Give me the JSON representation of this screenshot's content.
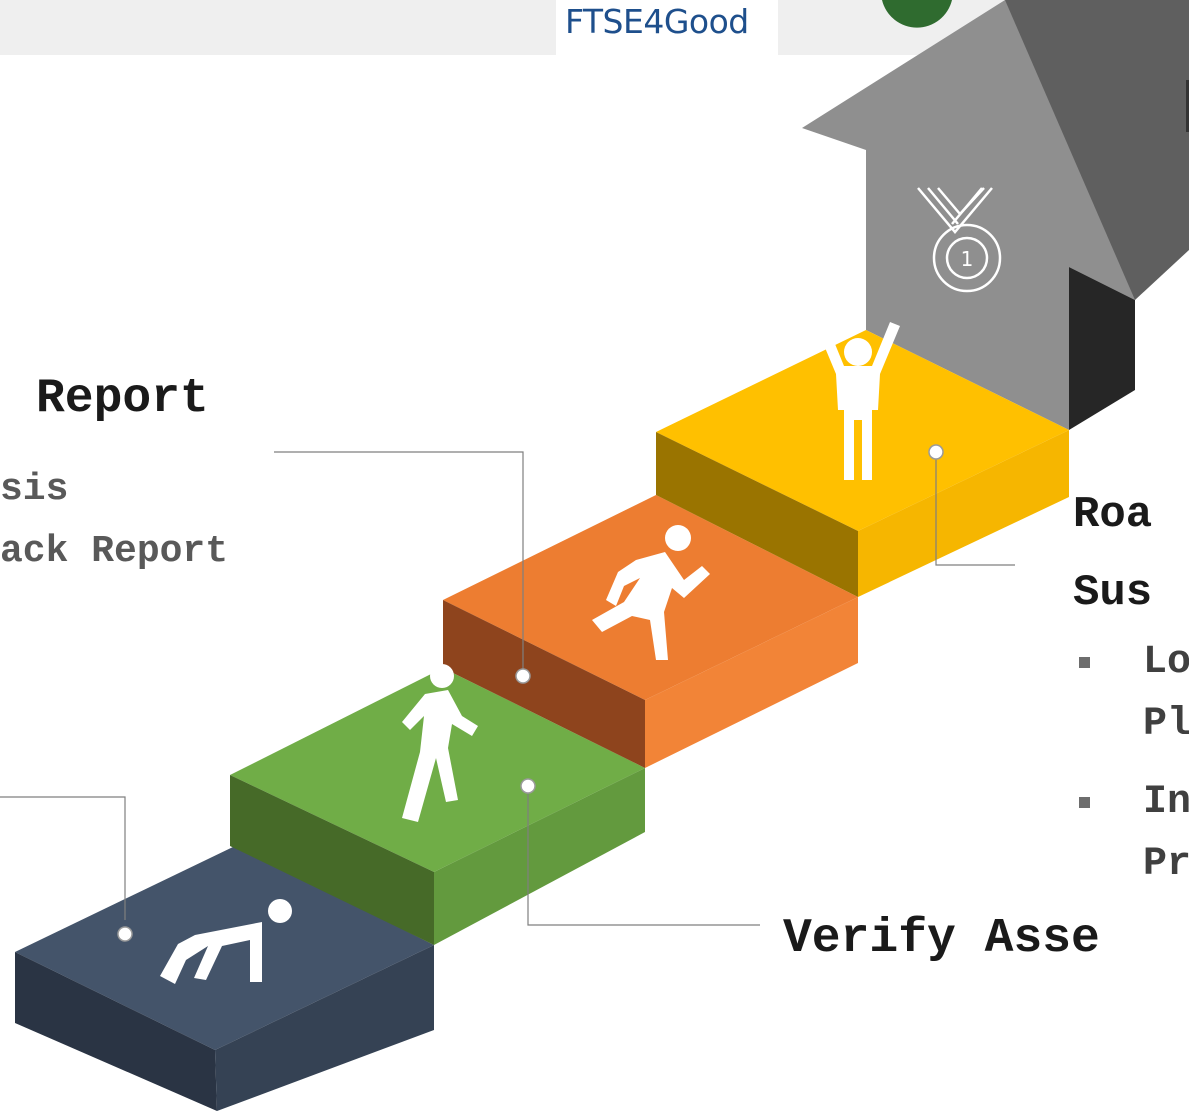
{
  "logo": {
    "text": "FTSE4Good"
  },
  "steps": [
    {
      "name": "step-1",
      "color": "#44546a"
    },
    {
      "name": "step-2",
      "color": "#70ad47"
    },
    {
      "name": "step-3",
      "color": "#ed7d31"
    },
    {
      "name": "step-4",
      "color": "#ffc000"
    }
  ],
  "labels": {
    "report_title": "Report",
    "report_line1": "sis",
    "report_line2": "ack Report",
    "roadmap_line1": "Roa",
    "roadmap_line2": "Sus",
    "roadmap_bullet1_line1": "Lo",
    "roadmap_bullet1_line2": "Pl",
    "roadmap_bullet2_line1": "In",
    "roadmap_bullet2_line2": "Pr",
    "verify": "Verify Asse"
  },
  "medal": {
    "number": "1"
  },
  "icons": [
    "crouch-start-icon",
    "walking-person-icon",
    "running-person-icon",
    "celebrating-person-icon",
    "medal-icon",
    "arrow-up-icon"
  ]
}
